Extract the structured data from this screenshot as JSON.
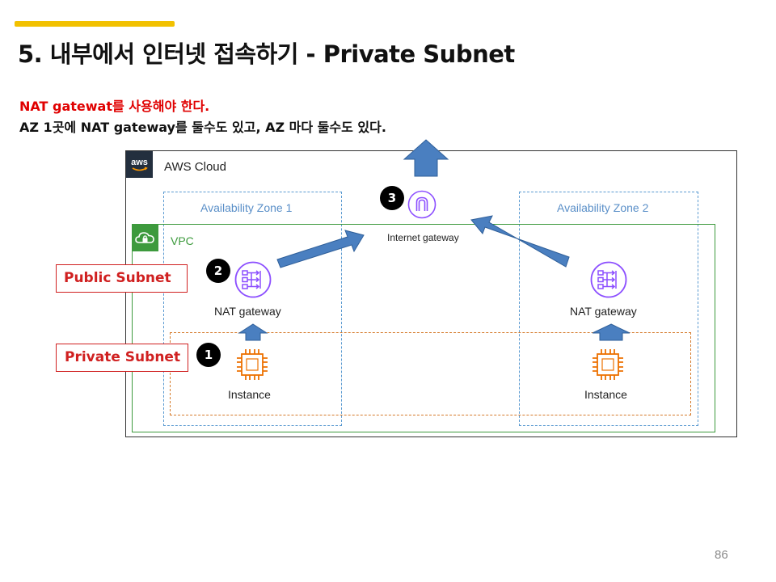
{
  "slide": {
    "title": "5. 내부에서 인터넷 접속하기 - Private Subnet",
    "note_red": "NAT gatewat를 사용해야 한다.",
    "note_black": "AZ 1곳에 NAT gateway를 둘수도 있고, AZ 마다 둘수도 있다.",
    "page_number": "86",
    "accent_color": "#f2c100"
  },
  "diagram": {
    "cloud_label": "AWS Cloud",
    "cloud_logo_text": "aws",
    "vpc_label": "VPC",
    "az1_label": "Availability Zone 1",
    "az2_label": "Availability Zone 2",
    "public_subnet_label": "Public Subnet",
    "private_subnet_label": "Private Subnet",
    "internet_gateway_label": "Internet gateway",
    "nat_gateway_1_label": "NAT gateway",
    "nat_gateway_2_label": "NAT gateway",
    "instance_1_label": "Instance",
    "instance_2_label": "Instance",
    "step_1": "1",
    "step_2": "2",
    "step_3": "3",
    "colors": {
      "arrow": "#4a7fc0",
      "nat_icon": "#8c4fff",
      "instance_icon": "#ed7100",
      "vpc": "#3d9a3d",
      "az_border": "#5a9ad1",
      "subnet_tag": "#d02020"
    }
  }
}
